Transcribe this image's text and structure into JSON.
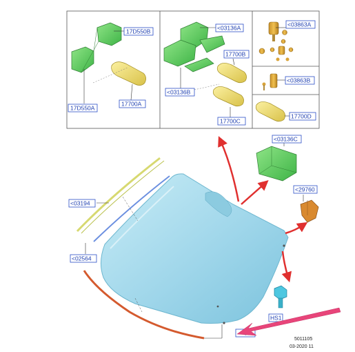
{
  "callouts": {
    "c17D550B": "17D550B",
    "c17D550A": "17D550A",
    "c17700A": "17700A",
    "c03136A": "<03136A",
    "c17700B": "17700B",
    "c03136B": "<03136B",
    "c17700C": "17700C",
    "c03863A": "<03863A",
    "c03863B": "<03863B",
    "c17700D": "17700D",
    "c03136C": "<03136C",
    "c29760": "<29760",
    "c03194": "<03194",
    "c02564": "<02564",
    "cHS": "HS1",
    "cBottom": "00"
  },
  "stamp": {
    "line1": "5011105",
    "line2": "03-2020 11"
  },
  "colors": {
    "part_green": "#6fd66a",
    "part_yellow": "#f2e27a",
    "glass": "#a9dcec",
    "arrow_red": "#e0302f",
    "arrow_pink": "#e8457a",
    "label_blue": "#2b4fc7"
  }
}
